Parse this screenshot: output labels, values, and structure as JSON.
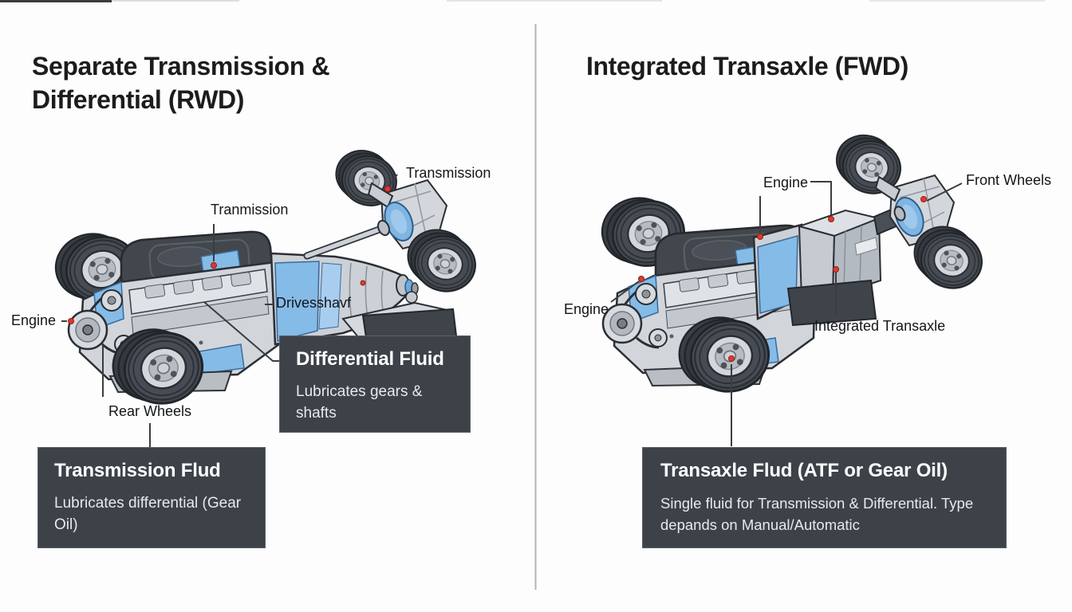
{
  "panels": {
    "left": {
      "title": "Separate Transmission & Differential (RWD)",
      "labels": {
        "transmission_top": "Transmission",
        "transmission_mid": "Tranmission",
        "driveshaft": "Drivesshavf",
        "engine": "Engine",
        "rear_wheels": "Rear Wheels"
      },
      "callouts": {
        "differential_fluid": {
          "title": "Differential Fluid",
          "body": "Lubricates gears & shafts"
        },
        "transmission_fluid": {
          "title": "Transmission Flud",
          "body": "Lubricates differential (Gear Oil)"
        }
      }
    },
    "right": {
      "title": "Integrated Transaxle (FWD)",
      "labels": {
        "engine_top": "Engine",
        "front_wheels": "Front Wheels",
        "engine_left": "Engine",
        "integrated_transaxle": "Integrated Transaxle"
      },
      "callouts": {
        "transaxle_fluid": {
          "title": "Transaxle Flud (ATF or Gear Oil)",
          "body": "Single fluid for Transmission & Differential. Type depands on Manual/Automatic"
        }
      }
    }
  },
  "colors": {
    "background": "#fdfdfd",
    "callout_background": "#3d4249",
    "highlight_blue": "#85bbe7",
    "diff_cover_blue": "#7fb5e3",
    "marker_red": "#e0382f",
    "metal_light": "#d2d6db",
    "metal_dark": "#3f444b",
    "divider_gray": "#b3b3b3"
  }
}
